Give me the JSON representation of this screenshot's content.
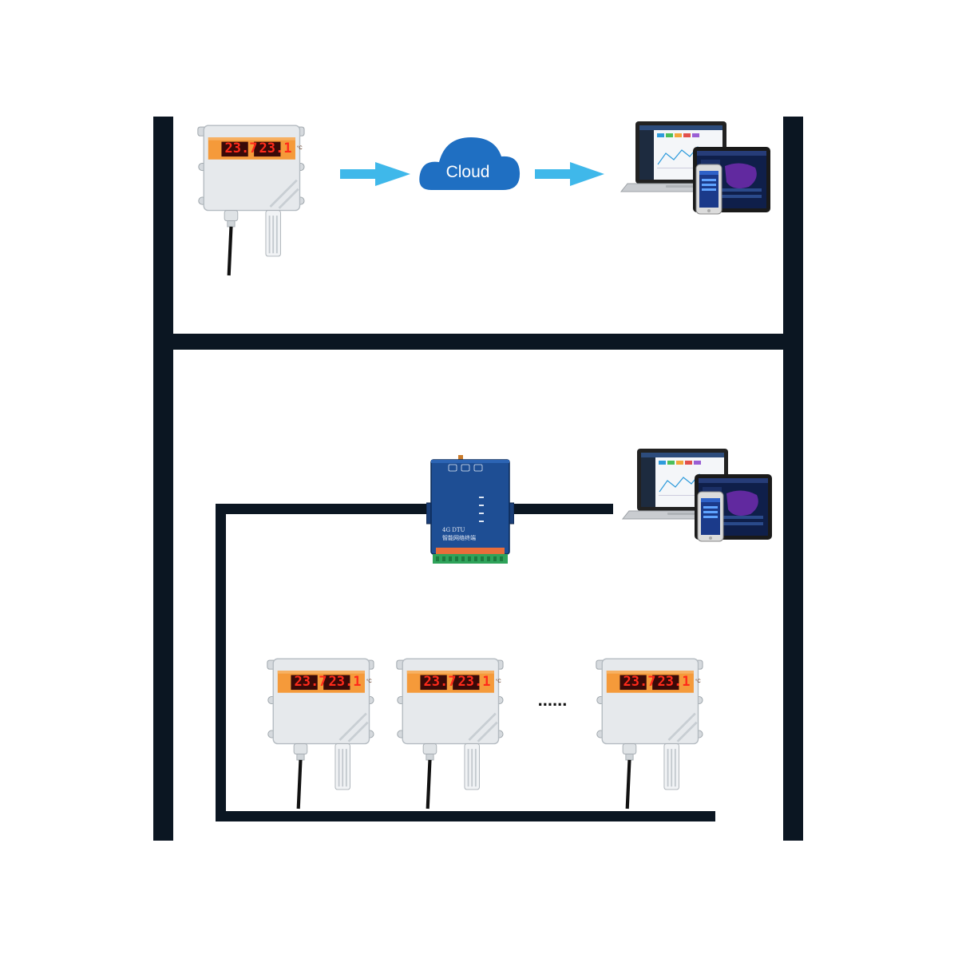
{
  "cloud": {
    "label": "Cloud"
  },
  "sensor": {
    "readings": [
      "23.7",
      "23.1"
    ],
    "unit": "°C"
  },
  "dtu": {
    "model": "4G DTU",
    "subtitle": "智能网络终端"
  },
  "separator": {
    "ellipsis": "......"
  },
  "colors": {
    "frame": "#0b1622",
    "arrow": "#3fb8ea",
    "cloud": "#1f6fc2",
    "sensor_panel": "#f59a3a",
    "lcd_bg": "#3a0a08",
    "lcd_digits": "#ff2a1a",
    "dtu_body": "#1e4e94",
    "device_body": "#e6e9ec"
  }
}
